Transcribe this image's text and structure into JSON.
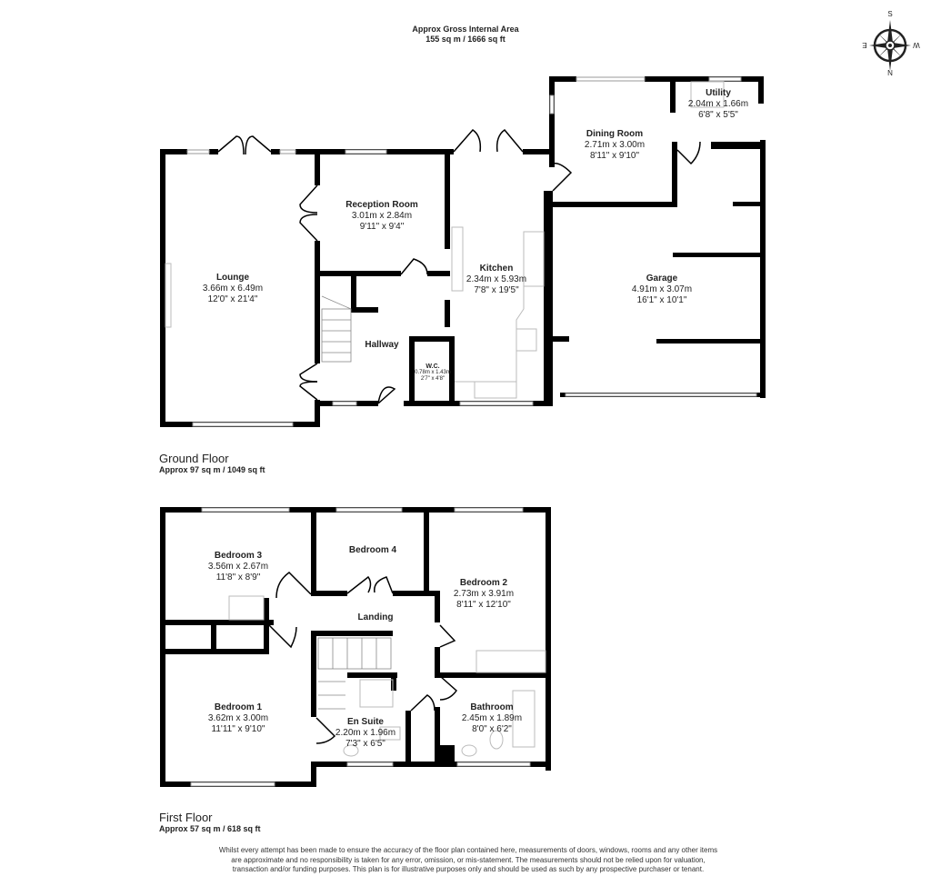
{
  "header": {
    "gross_area_title": "Approx Gross Internal Area",
    "gross_area_value": "155 sq m / 1666 sq ft"
  },
  "compass": {
    "icon": "compass-rose-icon",
    "labels": {
      "top": "S",
      "bottom": "N",
      "left": "E",
      "right": "W"
    }
  },
  "ground_floor": {
    "title": "Ground Floor",
    "area": "Approx 97 sq m / 1049 sq ft",
    "rooms": [
      {
        "name": "Lounge",
        "metric": "3.66m x 6.49m",
        "imperial": "12'0\" x 21'4\""
      },
      {
        "name": "Reception Room",
        "metric": "3.01m x 2.84m",
        "imperial": "9'11\" x 9'4\""
      },
      {
        "name": "Hallway",
        "metric": "",
        "imperial": ""
      },
      {
        "name": "W.C.",
        "metric": "0.78m x 1.43m",
        "imperial": "2'7\" x 4'8\""
      },
      {
        "name": "Kitchen",
        "metric": "2.34m x 5.93m",
        "imperial": "7'8\" x 19'5\""
      },
      {
        "name": "Dining Room",
        "metric": "2.71m x 3.00m",
        "imperial": "8'11\" x 9'10\""
      },
      {
        "name": "Utility",
        "metric": "2.04m x 1.66m",
        "imperial": "6'8\" x 5'5\""
      },
      {
        "name": "Garage",
        "metric": "4.91m x 3.07m",
        "imperial": "16'1\" x 10'1\""
      }
    ]
  },
  "first_floor": {
    "title": "First Floor",
    "area": "Approx 57 sq m / 618 sq ft",
    "rooms": [
      {
        "name": "Bedroom 3",
        "metric": "3.56m x 2.67m",
        "imperial": "11'8\" x 8'9\""
      },
      {
        "name": "Bedroom 4",
        "metric": "",
        "imperial": ""
      },
      {
        "name": "Bedroom 2",
        "metric": "2.73m x 3.91m",
        "imperial": "8'11\" x 12'10\""
      },
      {
        "name": "Landing",
        "metric": "",
        "imperial": ""
      },
      {
        "name": "Bedroom 1",
        "metric": "3.62m x 3.00m",
        "imperial": "11'11\" x 9'10\""
      },
      {
        "name": "En Suite",
        "metric": "2.20m x 1.96m",
        "imperial": "7'3\" x 6'5\""
      },
      {
        "name": "Bathroom",
        "metric": "2.45m x 1.89m",
        "imperial": "8'0\" x 6'2\""
      }
    ]
  },
  "disclaimer": "Whilst every attempt has been made to ensure the accuracy of the floor plan contained here, measurements of doors, windows, rooms and any other items are approximate and no responsibility is taken for any error, omission, or mis-statement. The measurements should not be relied upon for valuation, transaction and/or funding purposes. This plan is for illustrative purposes only and should be used as such by any prospective purchaser or tenant.",
  "colors": {
    "wall": "#000000",
    "fixture": "#bdbdbd",
    "background": "#ffffff"
  }
}
